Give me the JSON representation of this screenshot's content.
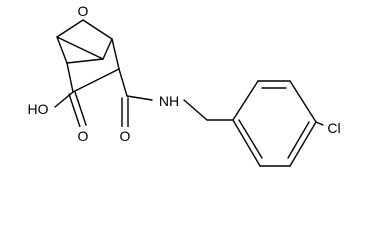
{
  "molecule": {
    "atoms": {
      "oxygen_bridge": "O",
      "hydroxyl": "HO",
      "carbonyl_oxygen_acid": "O",
      "carbonyl_oxygen_amide": "O",
      "amide_nitrogen": "NH",
      "chlorine": "Cl"
    }
  }
}
